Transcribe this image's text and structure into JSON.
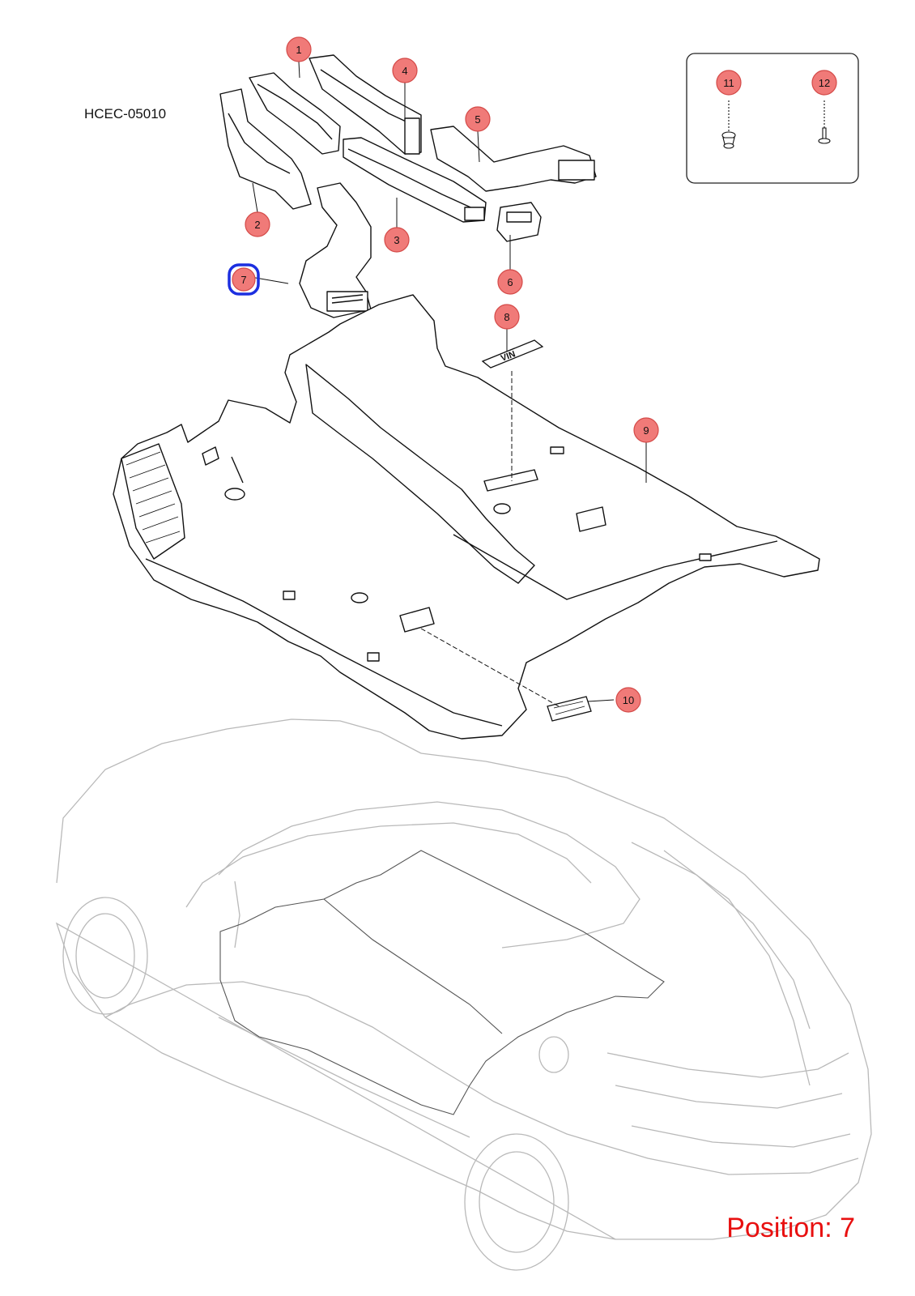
{
  "diagram": {
    "code": "HCEC-05010",
    "position_label": "Position: 7",
    "selected_callout": "7",
    "callouts": [
      "1",
      "2",
      "3",
      "4",
      "5",
      "6",
      "7",
      "8",
      "9",
      "10",
      "11",
      "12"
    ],
    "colors": {
      "callout_fill": "#f07a78",
      "callout_stroke": "#d44a48",
      "selected_ring": "#1c2fe0",
      "position_text": "#e81010",
      "line_art": "#111111",
      "car_outline": "#b9b9b9"
    }
  }
}
